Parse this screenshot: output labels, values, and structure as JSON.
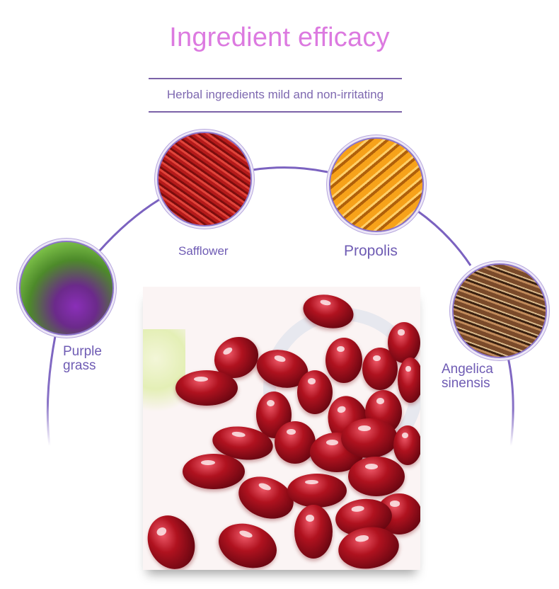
{
  "header": {
    "title": "Ingredient efficacy",
    "subtitle": "Herbal ingredients mild and non-irritating"
  },
  "ingredients": [
    {
      "name": "Purple grass",
      "line1": "Purple",
      "line2": "grass",
      "image": "purple-comfrey-flowers"
    },
    {
      "name": "Safflower",
      "image": "safflower-threads"
    },
    {
      "name": "Propolis",
      "image": "honey-dipper-honeycomb"
    },
    {
      "name": "Angelica sinensis",
      "line1": "Angelica",
      "line2": "sinensis",
      "image": "dried-angelica-root"
    }
  ],
  "product_image": {
    "description": "red softgel capsules with white flowers"
  },
  "colors": {
    "title": "#dc7ae0",
    "accent": "#7b62a8",
    "label": "#6f5cb4",
    "circle_border": "#8c74c8"
  }
}
